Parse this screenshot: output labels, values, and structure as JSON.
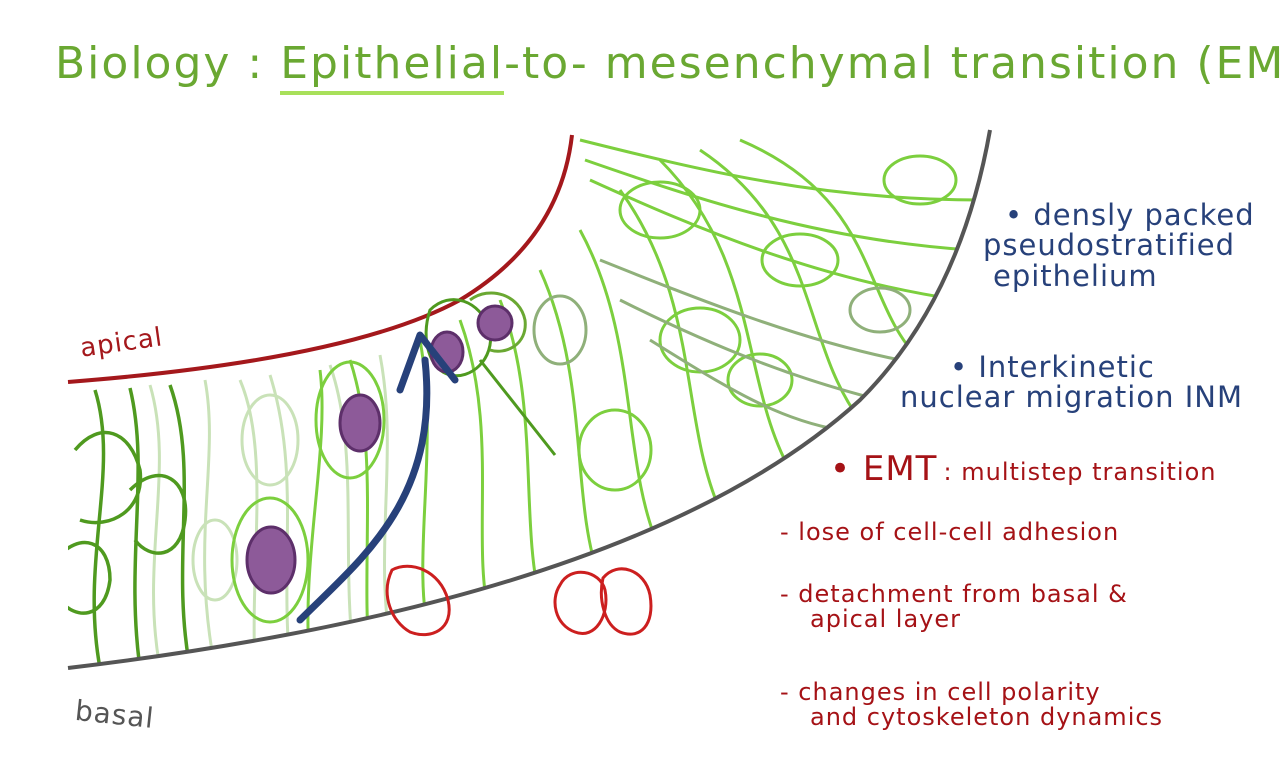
{
  "title": {
    "prefix": "Biology : ",
    "underlined": "Epithelial",
    "rest": "-to- mesenchymal  transition (EMT)"
  },
  "labels": {
    "apical": "apical",
    "basal": "basal"
  },
  "notes": {
    "bullet1_line1": "• densly packed",
    "bullet1_line2": "pseudostratified",
    "bullet1_line3": "epithelium",
    "bullet2_line1": "• Interkinetic",
    "bullet2_line2": "nuclear  migration INM",
    "bullet3_head": "• EMT",
    "bullet3_tail": ": multistep transition",
    "sub1": "- lose of cell-cell adhesion",
    "sub2_line1": "- detachment from basal &",
    "sub2_line2": "apical layer",
    "sub3_line1": "- changes in cell polarity",
    "sub3_line2": "and cytoskeleton dynamics"
  },
  "colors": {
    "title_green": "#6aa832",
    "apical_red": "#a4181c",
    "basal_gray": "#555555",
    "cell_dark_green": "#4f9a1f",
    "cell_light_green": "#8fd45a",
    "cell_pale_green": "#c9e2b8",
    "nucleus_purple": "#8d5a99",
    "arrow_blue": "#27417a",
    "note_blue": "#27417a",
    "note_red": "#a51216"
  }
}
